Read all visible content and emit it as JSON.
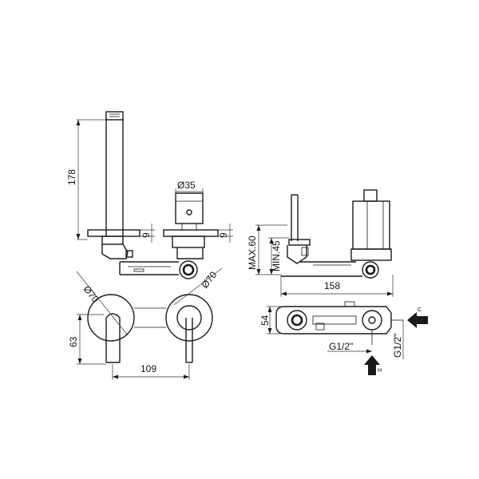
{
  "dimensions": {
    "spout_height": "178",
    "escutcheon_thick_left": "9",
    "escutcheon_thick_right": "9",
    "handle_dia": "Ø35",
    "plate_dia_left": "Ø70",
    "plate_dia_right": "Ø70",
    "spout_reach": "63",
    "center_distance": "109",
    "max_depth": "MAX.60",
    "min_depth": "MIN.45",
    "body_length": "158",
    "body_height": "54",
    "inlet_bottom": "G1/2\"",
    "inlet_right": "G1/2\""
  },
  "markers": {
    "cold": "C",
    "hot": "H"
  },
  "colors": {
    "line": "#1a1a1a",
    "background": "#ffffff"
  }
}
